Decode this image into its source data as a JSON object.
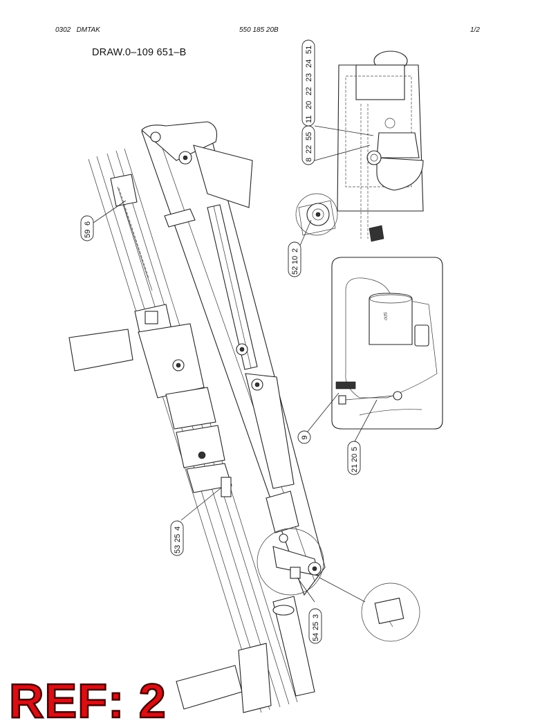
{
  "header": {
    "left": "0302   DMTAK",
    "center": "550 185 20B",
    "right": "1/2"
  },
  "drawing_number": "DRAW.0–109 651–B",
  "ref_label": "REF: 2",
  "callouts": {
    "c59": "59",
    "c6": "6",
    "c52": "52",
    "c10": "10",
    "c2": "2",
    "c8": "8",
    "c22": "22",
    "c55": "55",
    "c11": "11",
    "c20": "20",
    "c22b": "22",
    "c23": "23",
    "c24": "24",
    "c51": "51",
    "c9": "9",
    "c21": "21",
    "c20b": "20",
    "c5": "5",
    "c53": "53",
    "c25": "25",
    "c4": "4",
    "c54": "54",
    "c25b": "25",
    "c3": "3"
  },
  "colors": {
    "ref_label": "#d80f14",
    "line": "#222222"
  }
}
